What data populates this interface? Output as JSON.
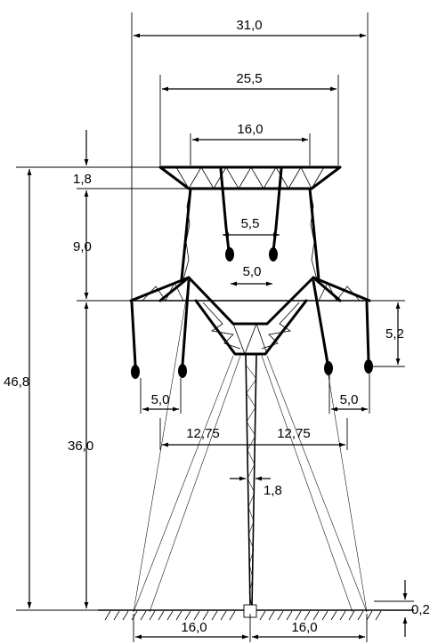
{
  "dimensions": {
    "overall_width": "31,0",
    "crossarm_width": "25,5",
    "top_width": "16,0",
    "top_depth": "1,8",
    "upper_height": "9,0",
    "inner_spacing": "5,5",
    "inner_gap": "5,0",
    "total_height": "46,8",
    "insulator_length": "5,2",
    "left_offset": "5,0",
    "right_offset": "5,0",
    "left_half_span": "12,75",
    "right_half_span": "12,75",
    "lower_height": "36,0",
    "post_width": "1,8",
    "foundation_depth": "0,2",
    "base_left": "16,0",
    "base_right": "16,0"
  },
  "colors": {
    "line": "#000000",
    "background": "#ffffff"
  }
}
